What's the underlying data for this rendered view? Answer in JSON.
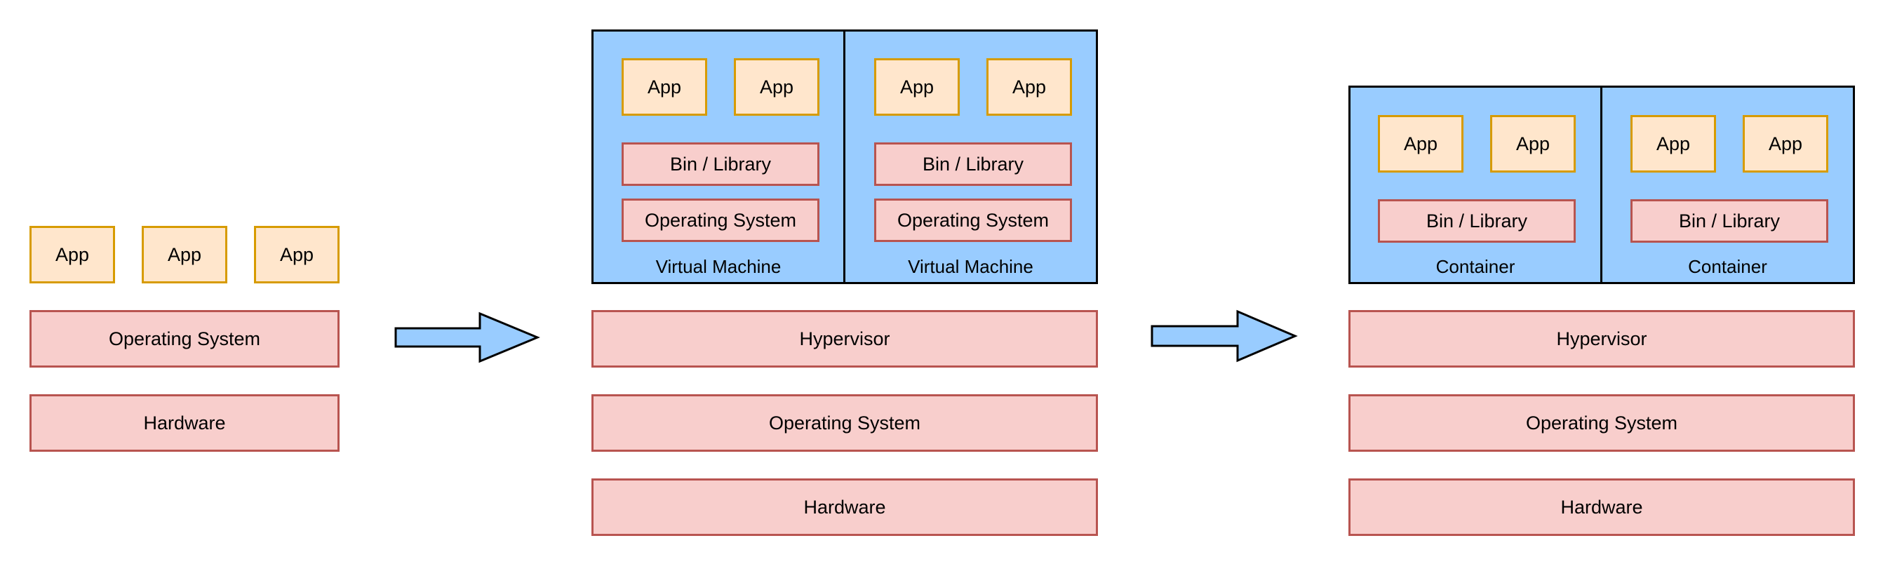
{
  "colors": {
    "app_fill": "#ffe6cc",
    "app_stroke": "#d79b00",
    "layer_fill": "#f8cecc",
    "layer_stroke": "#b85450",
    "group_fill": "#99ccff",
    "group_stroke": "#000000",
    "arrow_fill": "#99ccff"
  },
  "traditional": {
    "apps": [
      "App",
      "App",
      "App"
    ],
    "operating_system": "Operating System",
    "hardware": "Hardware"
  },
  "virtualization": {
    "machines": [
      {
        "apps": [
          "App",
          "App"
        ],
        "bin_library": "Bin / Library",
        "operating_system": "Operating System",
        "label": "Virtual Machine"
      },
      {
        "apps": [
          "App",
          "App"
        ],
        "bin_library": "Bin / Library",
        "operating_system": "Operating System",
        "label": "Virtual Machine"
      }
    ],
    "hypervisor": "Hypervisor",
    "operating_system": "Operating System",
    "hardware": "Hardware"
  },
  "containerization": {
    "containers": [
      {
        "apps": [
          "App",
          "App"
        ],
        "bin_library": "Bin / Library",
        "label": "Container"
      },
      {
        "apps": [
          "App",
          "App"
        ],
        "bin_library": "Bin / Library",
        "label": "Container"
      }
    ],
    "hypervisor": "Hypervisor",
    "operating_system": "Operating System",
    "hardware": "Hardware"
  }
}
